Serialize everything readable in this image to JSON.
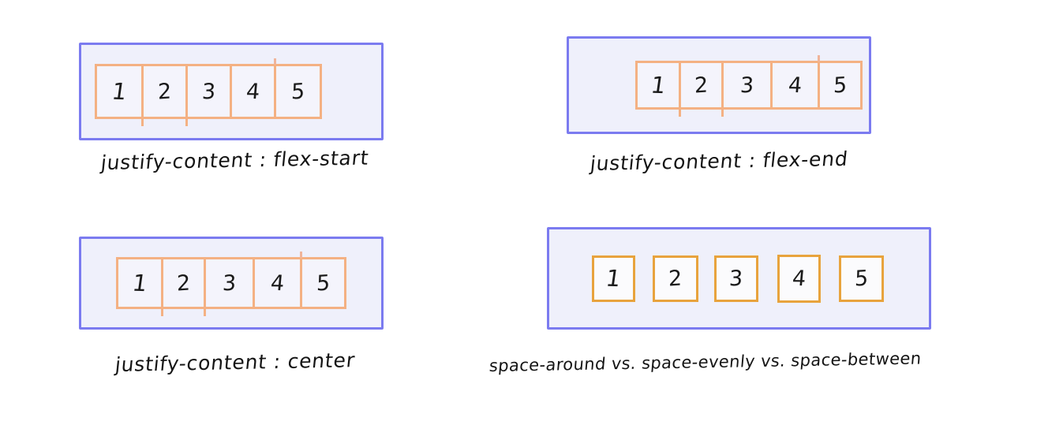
{
  "diagram": {
    "title": "CSS flexbox justify-content hand-drawn notes",
    "colors": {
      "container_border": "#7b7bf0",
      "container_fill": "#eff0fb",
      "item_border_light": "#f4b183",
      "item_border_dark": "#e8a33d",
      "item_fill": "#f4f4fc",
      "ink": "#141414",
      "page_background": "#ffffff"
    },
    "panels": [
      {
        "id": "flex-start",
        "caption": "justify-content : flex-start",
        "alignment": "flex-start",
        "item_style": "contiguous-strip",
        "items": [
          {
            "label": "1"
          },
          {
            "label": "2"
          },
          {
            "label": "3"
          },
          {
            "label": "4"
          },
          {
            "label": "5"
          }
        ]
      },
      {
        "id": "flex-end",
        "caption": "justify-content : flex-end",
        "alignment": "flex-end",
        "item_style": "contiguous-strip",
        "items": [
          {
            "label": "1"
          },
          {
            "label": "2"
          },
          {
            "label": "3"
          },
          {
            "label": "4"
          },
          {
            "label": "5"
          }
        ]
      },
      {
        "id": "center",
        "caption": "justify-content : center",
        "alignment": "center",
        "item_style": "contiguous-strip",
        "items": [
          {
            "label": "1"
          },
          {
            "label": "2"
          },
          {
            "label": "3"
          },
          {
            "label": "4"
          },
          {
            "label": "5"
          }
        ]
      },
      {
        "id": "spaced",
        "caption": "space-around vs. space-evenly vs. space-between",
        "alignment": "space-distributed",
        "item_style": "separated-boxes",
        "items": [
          {
            "label": "1"
          },
          {
            "label": "2"
          },
          {
            "label": "3"
          },
          {
            "label": "4"
          },
          {
            "label": "5"
          }
        ]
      }
    ]
  }
}
